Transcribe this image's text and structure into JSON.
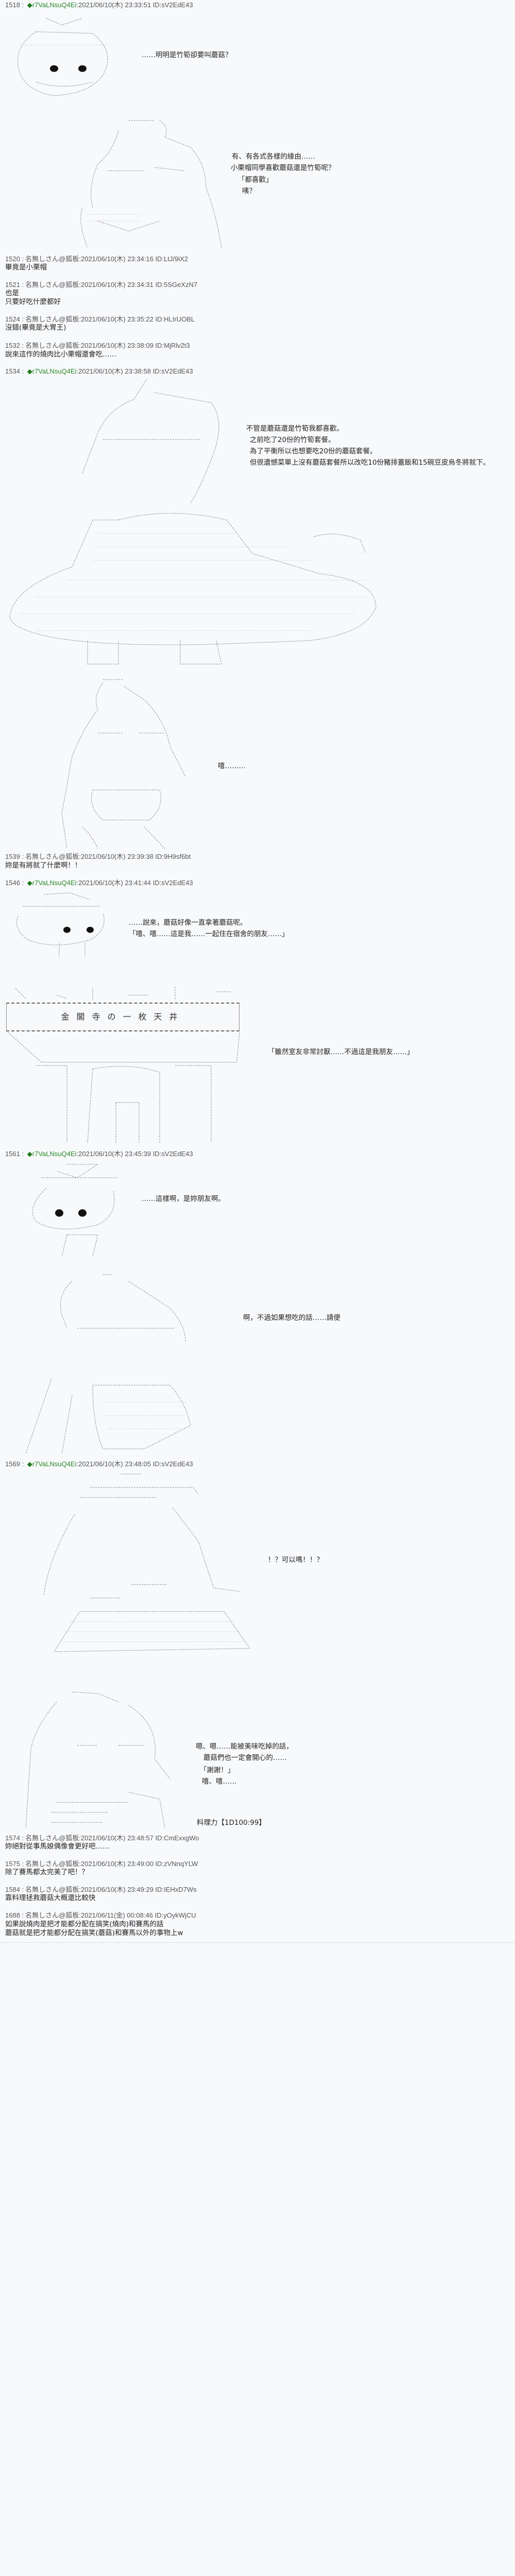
{
  "thread": {
    "trip_name": "r7VaLNsuQ4Ei",
    "anon_name": "名無しさん@狐板",
    "trip_color": "#2a8a2a",
    "background": "#f8f9fb"
  },
  "posts": [
    {
      "num": "1518",
      "datetime": "2021/06/10(木) 23:33:51",
      "id": "sV2EdE43",
      "lines": [
        "……明明是竹筍卻要叫蘑菇？",
        "有、有各式各樣的緣由……",
        "小栗帽同學喜歡蘑菇還是竹筍呢？",
        "「都喜歡」",
        "咦？"
      ]
    },
    {
      "num": "1520",
      "datetime": "2021/06/10(木) 23:34:16",
      "id": "LtJ/9iX2",
      "lines": [
        "畢竟是小栗帽"
      ]
    },
    {
      "num": "1521",
      "datetime": "2021/06/10(木) 23:34:31",
      "id": "5SGeXzN7",
      "lines": [
        "也是",
        "只要好吃什麼都好"
      ]
    },
    {
      "num": "1524",
      "datetime": "2021/06/10(木) 23:35:22",
      "id": "HLIrUOBL",
      "lines": [
        "沒錯(畢竟是大胃王)"
      ]
    },
    {
      "num": "1532",
      "datetime": "2021/06/10(木) 23:38:09",
      "id": "MjRlv2t3",
      "lines": [
        "說來這作的燒肉比小栗帽還會吃……"
      ]
    },
    {
      "num": "1534",
      "datetime": "2021/06/10(木) 23:38:58",
      "id": "sV2EdE43",
      "lines": [
        "不管是蘑菇還是竹筍我都喜歡。",
        "之前吃了20份的竹筍套餐。",
        "為了平衡所以也想要吃20份的蘑菇套餐。",
        "但很遺憾菜單上沒有蘑菇套餐所以改吃10份豬排蓋飯和15碗豆皮烏冬將就下。",
        "嘻………"
      ]
    },
    {
      "num": "1539",
      "datetime": "2021/06/10(木) 23:39:38",
      "id": "9H9sf6bt",
      "lines": [
        "妳是有將就了什麼啊！！"
      ]
    },
    {
      "num": "1546",
      "datetime": "2021/06/10(木) 23:41:44",
      "id": "sV2EdE43",
      "lines": [
        "……說來，蘑菇好像一直拿著蘑菇呢。",
        "「嘻、嘻……這是我……一起住在宿舍的朋友……」",
        "「雖然室友非常討厭……不過這是我朋友……」"
      ],
      "box_caption": "金閣寺の一枚天井"
    },
    {
      "num": "1561",
      "datetime": "2021/06/10(木) 23:45:39",
      "id": "sV2EdE43",
      "lines": [
        "……這樣啊，是妳朋友啊。",
        "啊，不過如果想吃的話……請便"
      ]
    },
    {
      "num": "1569",
      "datetime": "2021/06/10(木) 23:48:05",
      "id": "sV2EdE43",
      "lines": [
        "！？可以嗎！！？",
        "嗯、嗯……能被美味吃掉的話，",
        "蘑菇們也一定會開心的……",
        "「謝謝！」",
        "嘻、嘻……",
        "料理力【1D100:99】"
      ]
    },
    {
      "num": "1574",
      "datetime": "2021/06/10(木) 23:48:57",
      "id": "CmExxgWo",
      "lines": [
        "妳絕對從事馬娘偶像會更好吧……"
      ]
    },
    {
      "num": "1575",
      "datetime": "2021/06/10(木) 23:49:00",
      "id": "zVNnqYLW",
      "lines": [
        "除了賽馬都太完美了吧！？"
      ]
    },
    {
      "num": "1584",
      "datetime": "2021/06/10(木) 23:49:29",
      "id": "IEHxD7Ws",
      "lines": [
        "靠料理拯救蘑菇大概還比較快"
      ]
    },
    {
      "num": "1688",
      "datetime": "2021/06/11(金) 00:08:46",
      "id": "yOykWjCU",
      "lines": [
        "如果說燒肉是把才能都分配在搞笑(燒肉)和賽馬的話",
        "蘑菇就是把才能都分配在搞笑(蘑菇)和賽馬以外的事物上w"
      ]
    }
  ]
}
